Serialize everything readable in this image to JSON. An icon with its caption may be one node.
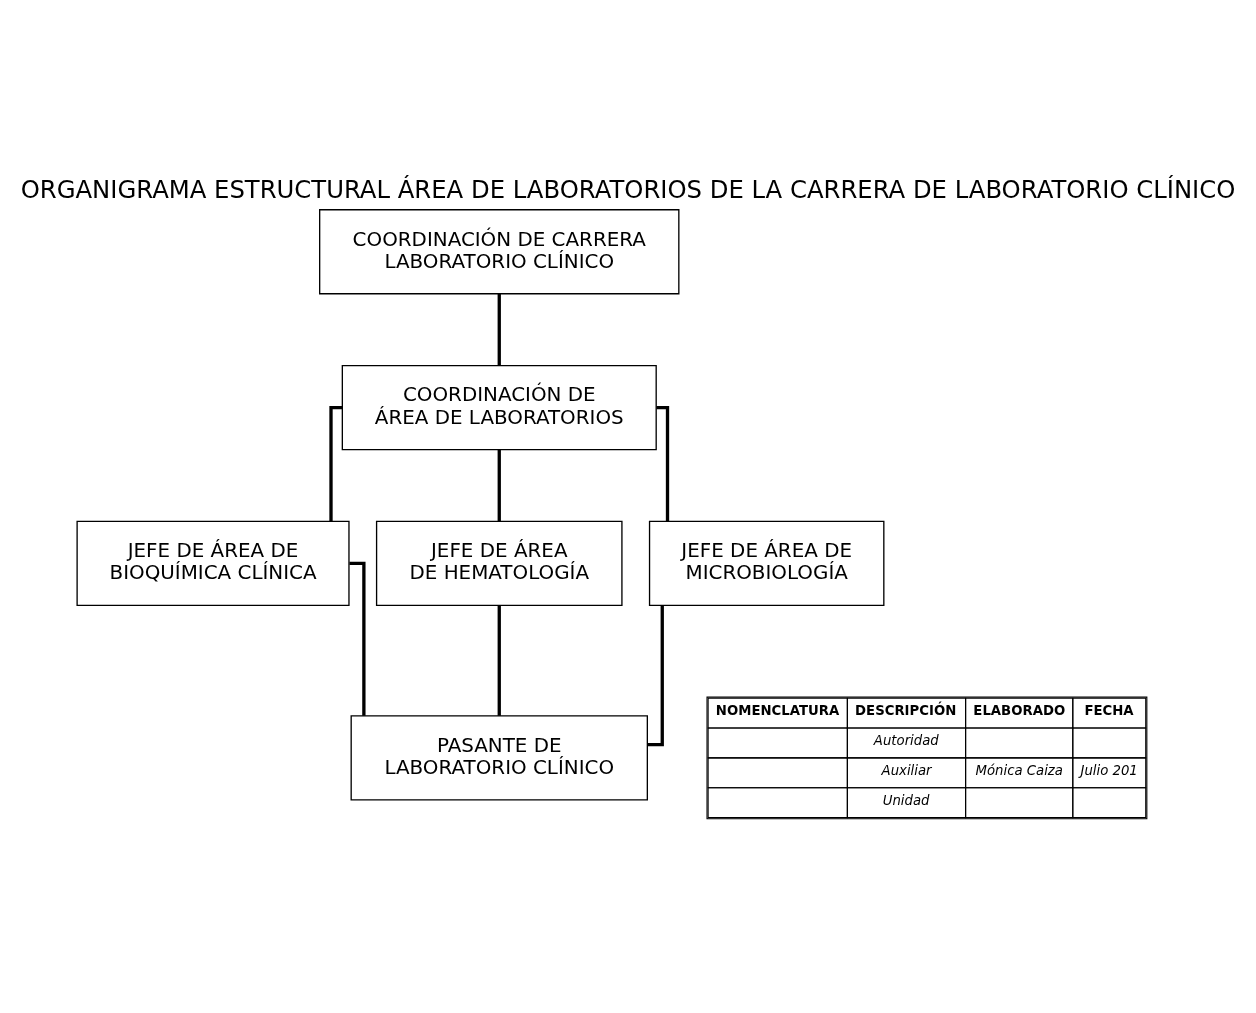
{
  "diagram": {
    "title": "ORGANIGRAMA ESTRUCTURAL ÁREA DE LABORATORIOS DE LA CARRERA DE LABORATORIO CLÍNICO",
    "nodes": [
      {
        "text": [
          "COORDINACIÓN DE CARRERA LABORATORIO CLÍNICO"
        ]
      },
      {
        "text": [
          "COORDINACIÓN DE ÁREA DE LABORATORIOS"
        ]
      },
      {
        "text": [
          "JEFE DE ÁREA DE BIOQUÍMICA CLÍNICA"
        ]
      },
      {
        "text": [
          "JEFE DE ÁREA DE HEMATOLOGÍA"
        ]
      },
      {
        "text": [
          "JEFE DE ÁREA DE MICROBIOLOGÍA"
        ]
      },
      {
        "text": [
          "PASANTE DE LABORATORIO CLÍNICO"
        ]
      }
    ],
    "edges": [
      {
        "from": 0,
        "to": 1,
        "arrow": "none"
      },
      {
        "from": 1,
        "to": 2,
        "arrow": "none"
      },
      {
        "from": 1,
        "to": 3,
        "arrow": "none"
      },
      {
        "from": 1,
        "to": 4,
        "arrow": "none"
      },
      {
        "from": 2,
        "to": 5,
        "arrow": "none"
      },
      {
        "from": 3,
        "to": 5,
        "arrow": "none"
      },
      {
        "from": 4,
        "to": 5,
        "arrow": "none"
      }
    ],
    "labels": [
      "NOMENCLATURA",
      "DESCRIPCIÓN",
      "ELABORADO",
      "FECHA",
      "Autoridad",
      "Auxiliar",
      "Mónica Caiza",
      "Julio 201",
      "Unidad"
    ]
  }
}
